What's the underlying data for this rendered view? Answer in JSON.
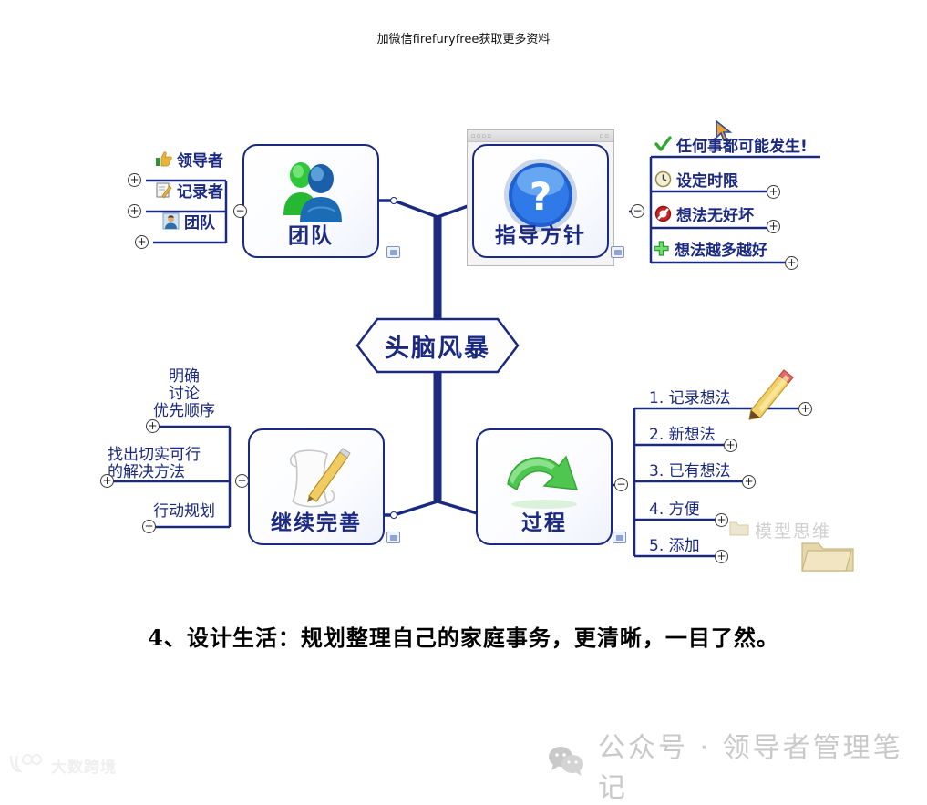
{
  "promo": {
    "text": "加微信firefuryfree获取更多资料"
  },
  "mindmap": {
    "central": {
      "label": "头脑风暴"
    },
    "branches": [
      {
        "id": "team",
        "label": "团队",
        "icon": "two-people-icon",
        "note_badge": true,
        "children": [
          {
            "label": "领导者",
            "icon": "thumbs-up-icon",
            "knob": "+"
          },
          {
            "label": "记录者",
            "icon": "notepad-pencil-icon",
            "knob": "+"
          },
          {
            "label": "团队",
            "icon": "person-icon",
            "knob": "+"
          }
        ],
        "collapse_knob": "−"
      },
      {
        "id": "guidelines",
        "label": "指导方针",
        "icon": "question-mark-icon",
        "note_badge": true,
        "children": [
          {
            "label": "任何事都可能发生!",
            "icon": "green-check-icon",
            "knob": ""
          },
          {
            "label": "设定时限",
            "icon": "clock-icon",
            "knob": "+"
          },
          {
            "label": "想法无好坏",
            "icon": "no-entry-icon",
            "knob": "+"
          },
          {
            "label": "想法越多越好",
            "icon": "green-plus-icon",
            "knob": "+"
          }
        ],
        "collapse_knob": "−"
      },
      {
        "id": "refine",
        "label": "继续完善",
        "icon": "scroll-pencil-icon",
        "note_badge": true,
        "children": [
          {
            "label": "明确\n讨论\n优先顺序",
            "icon": "",
            "knob": "+"
          },
          {
            "label": "找出切实可行\n的解决方法",
            "icon": "",
            "knob": "+"
          },
          {
            "label": "行动规划",
            "icon": "",
            "knob": "+"
          }
        ],
        "collapse_knob": "−"
      },
      {
        "id": "process",
        "label": "过程",
        "icon": "green-curved-arrow-icon",
        "note_badge": true,
        "children": [
          {
            "label": "1. 记录想法",
            "icon": "pencil-icon",
            "knob": "+"
          },
          {
            "label": "2. 新想法",
            "icon": "",
            "knob": "+"
          },
          {
            "label": "3. 已有想法",
            "icon": "",
            "knob": "+"
          },
          {
            "label": "4. 方便",
            "icon": "",
            "knob": "+"
          },
          {
            "label": "5. 添加",
            "icon": "",
            "knob": "+"
          }
        ],
        "collapse_knob": "−"
      }
    ],
    "refine_lines": {
      "g1_l1": "明确",
      "g1_l2": "讨论",
      "g1_l3": "优先顺序",
      "g2_l1": "找出切实可行",
      "g2_l2": "的解决方法",
      "g3_l1": "行动规划"
    }
  },
  "caption": {
    "text": "4、设计生活：规划整理自己的家庭事务，更清晰，一目了然。"
  },
  "footer": {
    "text": "公众号 · 领导者管理笔记",
    "icon": "wechat-icon"
  },
  "watermarks": {
    "bottom_left": {
      "text": "大数跨境",
      "icon": "logo-icon"
    },
    "model": {
      "text": "模型思维",
      "icon": "folder-icon"
    }
  },
  "colors": {
    "branch_line": "#1b2a80",
    "node_text": "#1b2a80",
    "caption_text": "#000000",
    "footer_text": "#c9c9c9"
  }
}
